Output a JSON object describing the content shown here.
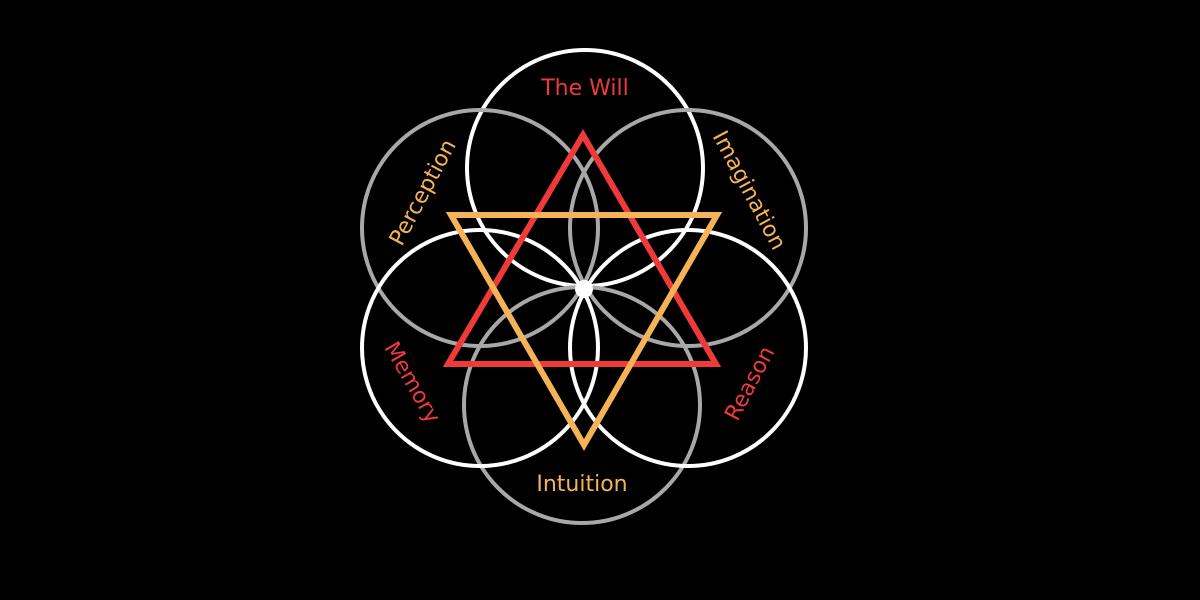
{
  "diagram": {
    "labels": {
      "will": "The Will",
      "imagination": "Imagination",
      "reason": "Reason",
      "intuition": "Intuition",
      "memory": "Memory",
      "perception": "Perception"
    },
    "colors": {
      "background": "#000000",
      "circle_bright": "#ffffff",
      "circle_dim": "#a8a8a8",
      "triangle_up": "#f03a3a",
      "triangle_down": "#f6b256",
      "label_red": "#f03a3a",
      "label_orange": "#f6b256",
      "center_dot": "#ffffff"
    }
  }
}
